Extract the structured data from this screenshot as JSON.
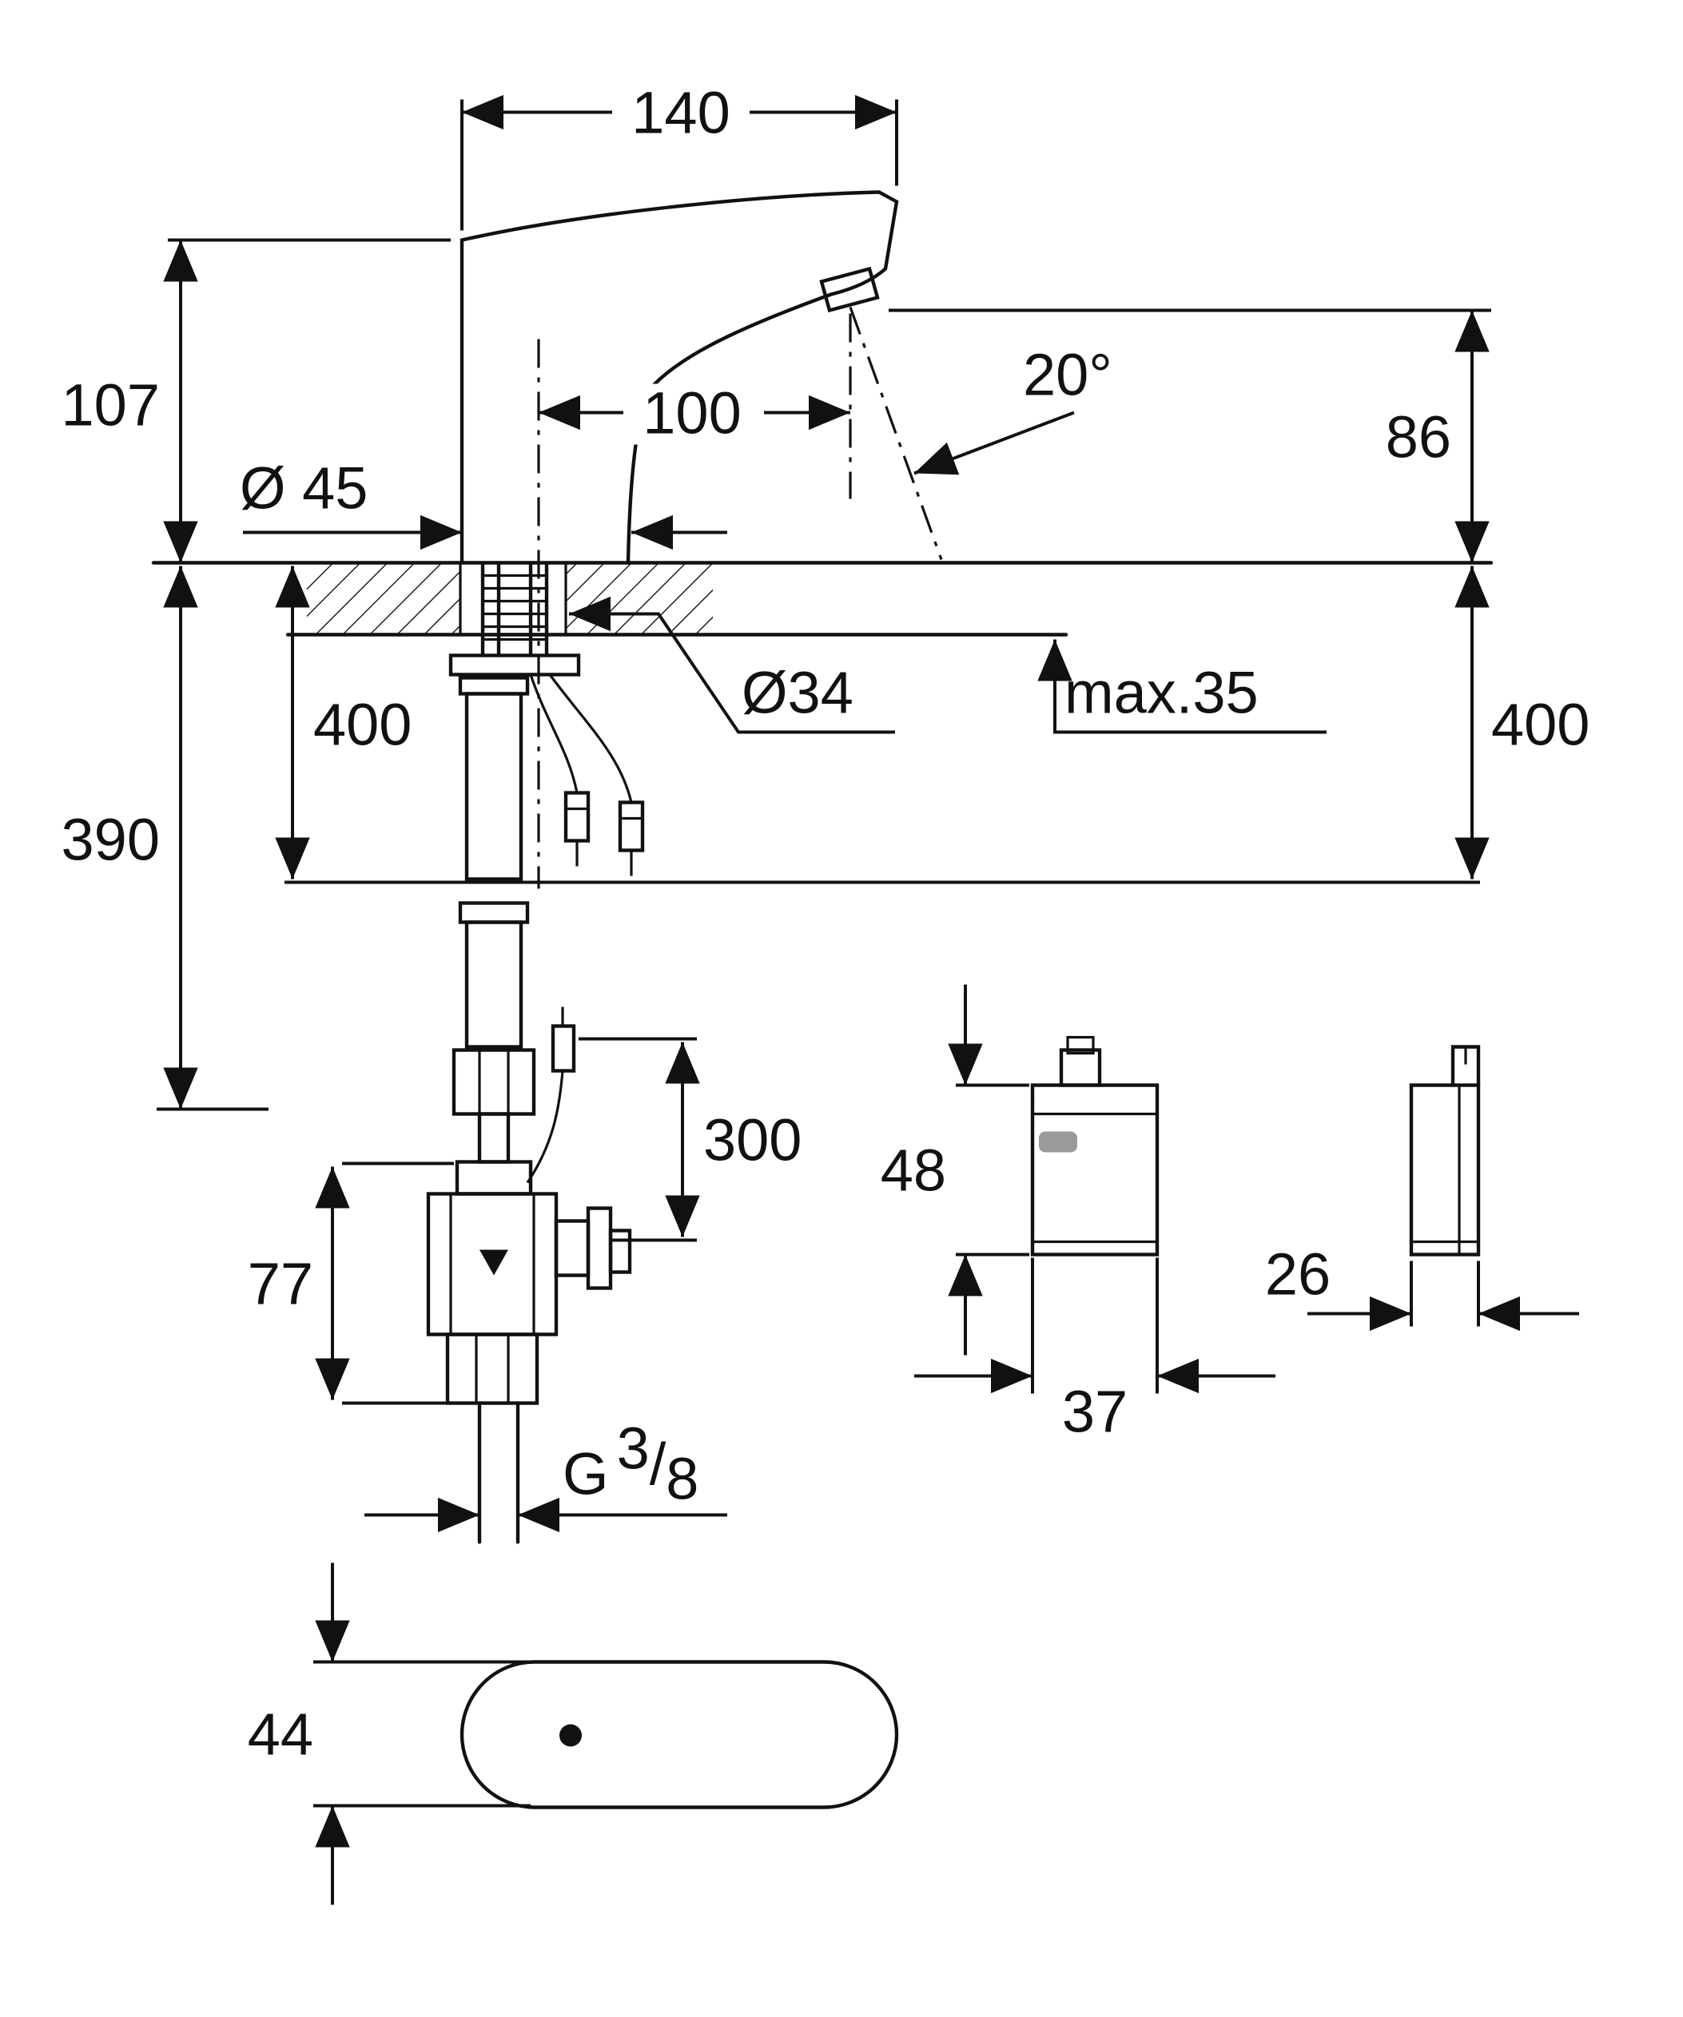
{
  "drawing": {
    "kind": "technical dimension drawing",
    "subject": "sensor basin faucet with mixing valve, power box and escutcheon",
    "colors": {
      "line": "#111111",
      "background": "#ffffff"
    },
    "icons": {
      "grohe_logo": "rounded-rect-badge",
      "sensor_dot": "filled-circle"
    }
  },
  "dims": {
    "d140": "140",
    "d107": "107",
    "d100": "100",
    "d45": "Ø 45",
    "a20": "20°",
    "d86": "86",
    "d34": "Ø34",
    "max35": "max.35",
    "d400L": "400",
    "d390": "390",
    "d400R": "400",
    "d300": "300",
    "d77": "77",
    "d48": "48",
    "d37": "37",
    "d26": "26",
    "d44": "44",
    "thread_g": "G",
    "thread_sup": "3",
    "thread_slash": "/",
    "thread_sub": "8"
  }
}
